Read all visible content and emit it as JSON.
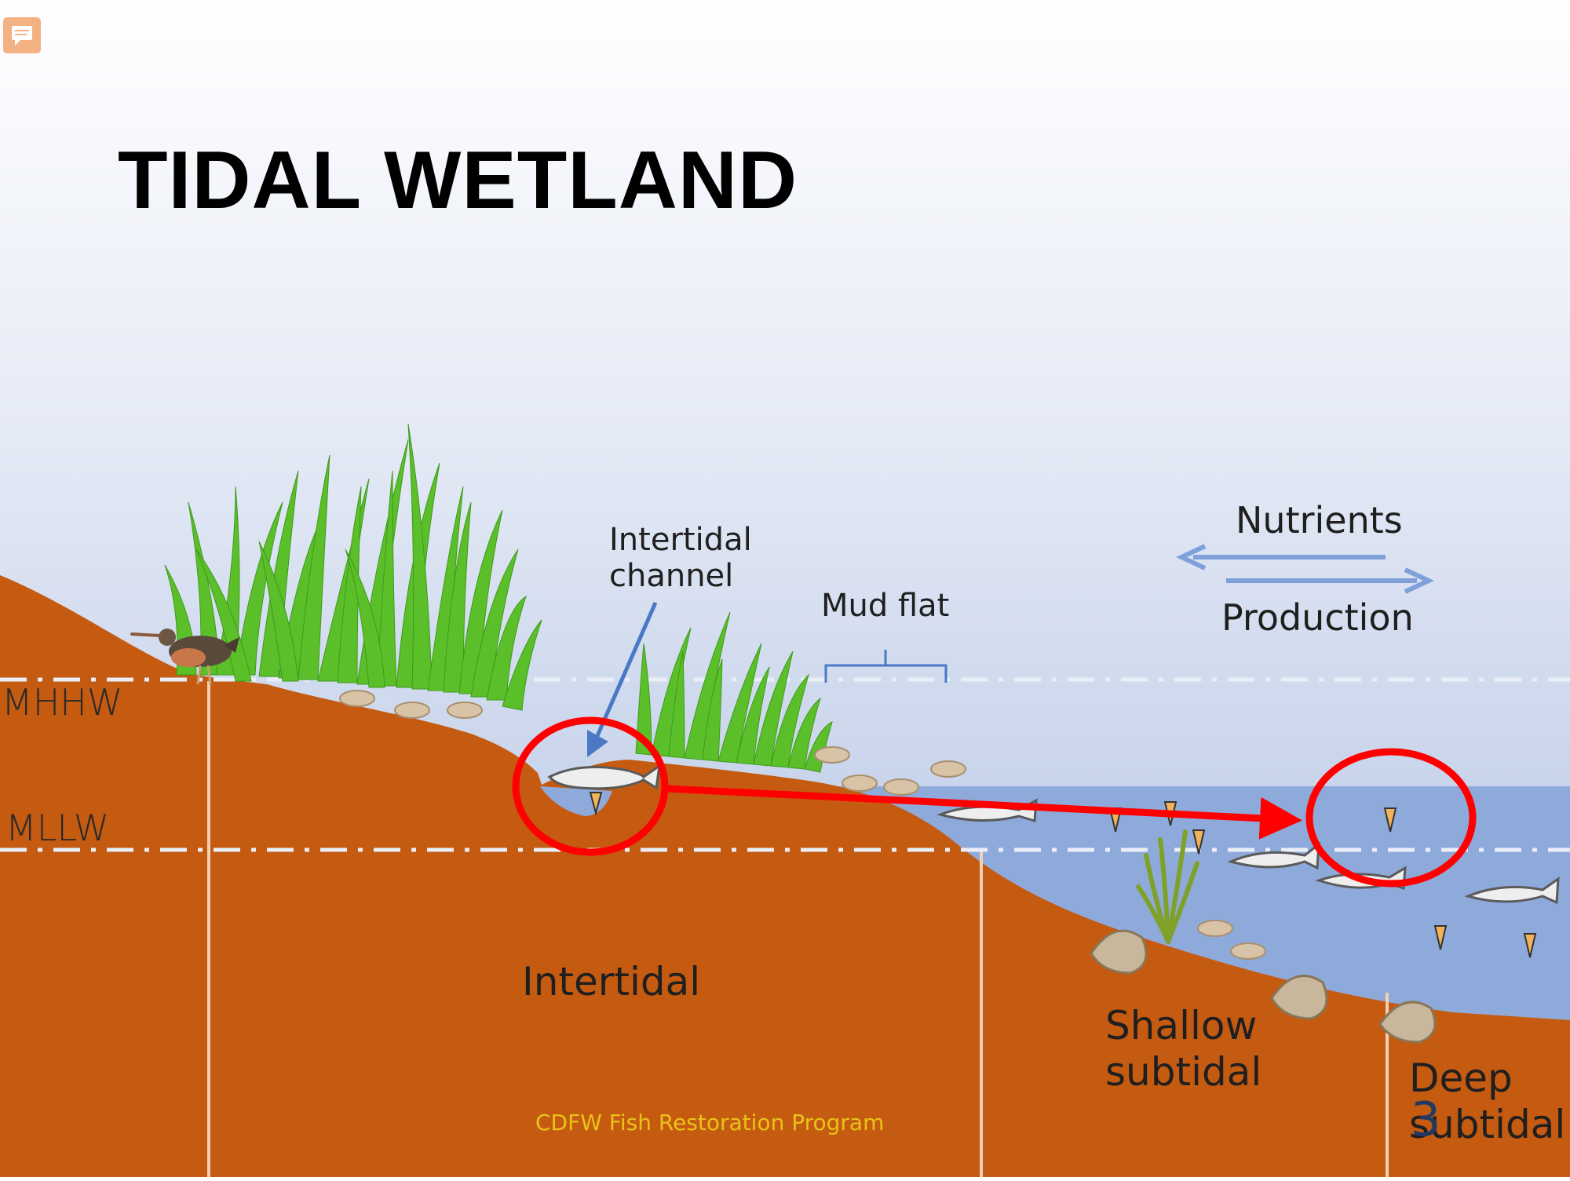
{
  "title": "TIDAL WETLAND",
  "levels": {
    "mhhw": "MHHW",
    "mllw": "MLLW"
  },
  "labels": {
    "intertidal_channel": [
      "Intertidal",
      "channel"
    ],
    "mud_flat": "Mud flat",
    "nutrients": "Nutrients",
    "production": "Production"
  },
  "zones": {
    "intertidal": "Intertidal",
    "shallow_subtidal": [
      "Shallow",
      "subtidal"
    ],
    "deep_subtidal": [
      "Deep",
      "subtidal"
    ]
  },
  "footer": "CDFW Fish Restoration Program",
  "page_number": "3",
  "icons": [
    "comment-icon",
    "rail-bird-icon",
    "marsh-grass-icon",
    "fish-icon",
    "zooplankton-icon",
    "amphipod-icon",
    "clam-icon",
    "eelgrass-icon"
  ],
  "colors": {
    "sky_top": "#ffffff",
    "sky_bottom": "#aabde0",
    "water": "#8eaadb",
    "soil": "#c55a11",
    "grass": "#5bbf2a",
    "highlight": "#ff0000",
    "flux_arrow": "#7fa0d8",
    "footer_text": "#e8c318",
    "comment_badge": "#f4b183"
  }
}
